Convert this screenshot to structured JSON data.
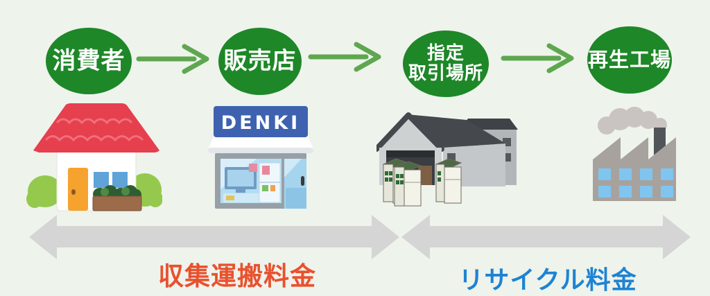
{
  "flow": {
    "nodes": [
      {
        "id": "consumer",
        "line1": "消費者",
        "line2": ""
      },
      {
        "id": "retailer",
        "line1": "販売店",
        "line2": ""
      },
      {
        "id": "collection-site",
        "line1": "指定",
        "line2": "取引場所"
      },
      {
        "id": "recycle-plant",
        "line1": "再生工場",
        "line2": ""
      }
    ]
  },
  "store": {
    "sign_label": "DENKI"
  },
  "fees": {
    "collection_label": "収集運搬料金",
    "recycle_label": "リサイクル料金"
  },
  "icons": [
    "house-icon",
    "electronics-store-icon",
    "warehouse-icon",
    "factory-icon",
    "right-arrow-icon",
    "double-headed-arrow-icon"
  ],
  "colors": {
    "background": "#eef3ec",
    "node_green": "#1e8728",
    "connector_green": "#5ea74f",
    "range_arrow_gray": "#d5d5d5",
    "collection_fee_red": "#e9512e",
    "recycle_fee_blue": "#1d83d4",
    "store_sign_blue": "#3e62b0"
  }
}
